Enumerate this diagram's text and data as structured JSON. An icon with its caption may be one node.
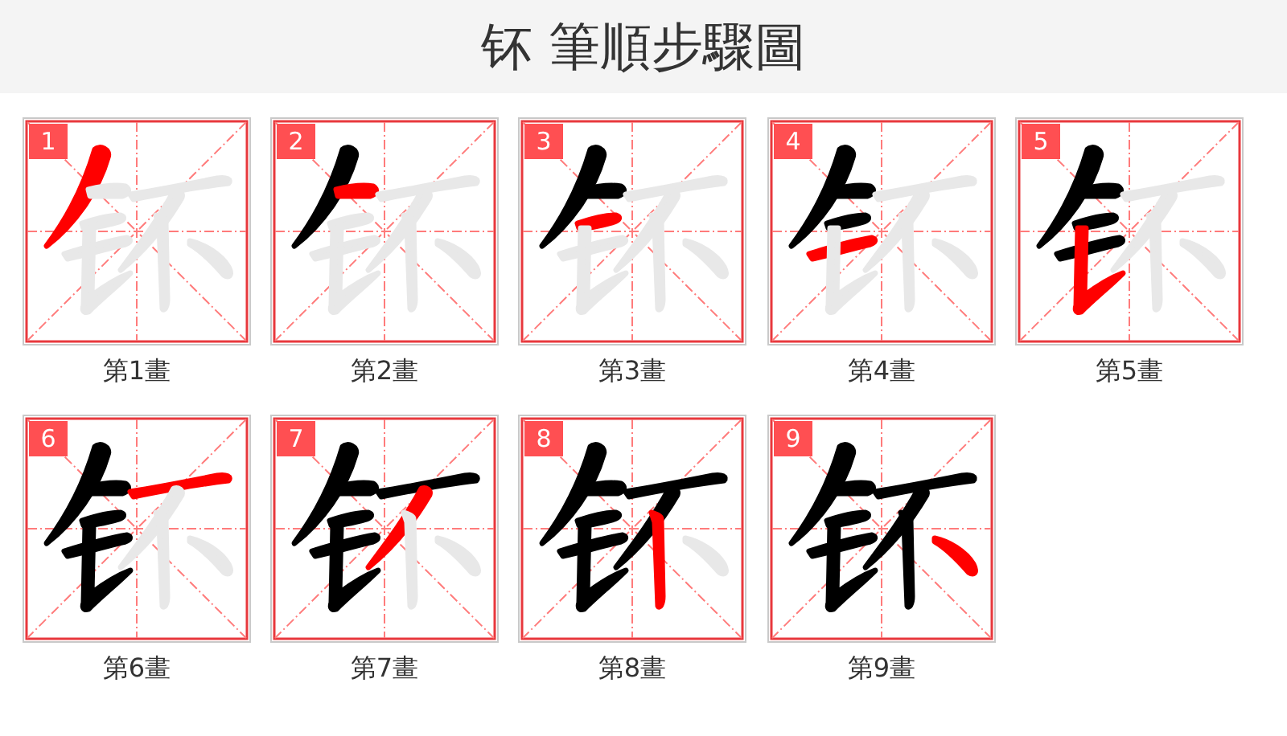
{
  "diagram": {
    "title": "钚 筆順步驟圖",
    "nodes": [
      {
        "text": [
          "1"
        ],
        "beside": [
          "第1畫"
        ]
      },
      {
        "text": [
          "2"
        ],
        "beside": [
          "第2畫"
        ]
      },
      {
        "text": [
          "3"
        ],
        "beside": [
          "第3畫"
        ]
      },
      {
        "text": [
          "4"
        ],
        "beside": [
          "第4畫"
        ]
      },
      {
        "text": [
          "5"
        ],
        "beside": [
          "第5畫"
        ]
      },
      {
        "text": [
          "6"
        ],
        "beside": [
          "第6畫"
        ]
      },
      {
        "text": [
          "7"
        ],
        "beside": [
          "第7畫"
        ]
      },
      {
        "text": [
          "8"
        ],
        "beside": [
          "第8畫"
        ]
      },
      {
        "text": [
          "9"
        ],
        "beside": [
          "第9畫"
        ]
      }
    ]
  }
}
